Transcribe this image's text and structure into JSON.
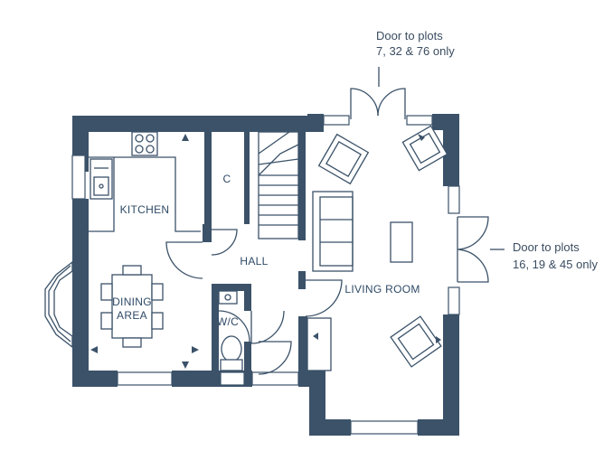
{
  "rooms": {
    "kitchen": "KITCHEN",
    "cupboard": "C",
    "dining_line1": "DINING",
    "dining_line2": "AREA",
    "hall": "HALL",
    "wc": "W/C",
    "living": "LIVING ROOM"
  },
  "notes": {
    "top_door_line1": "Door to plots",
    "top_door_line2": "7, 32 & 76 only",
    "side_door_line1": "Door to plots",
    "side_door_line2": "16, 19 & 45 only"
  },
  "colors": {
    "wall": "#3b5269",
    "background": "#ffffff",
    "text": "#2f4a66"
  }
}
